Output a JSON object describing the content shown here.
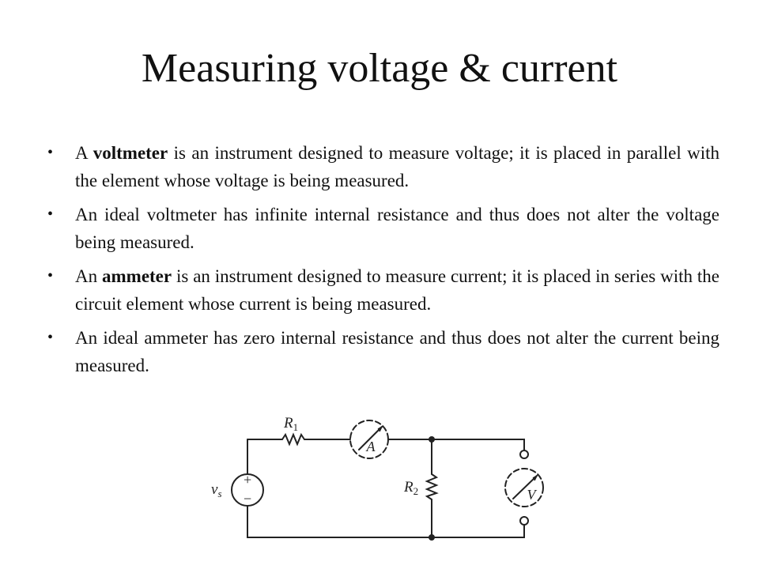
{
  "slide": {
    "title": "Measuring voltage & current",
    "bullets": [
      {
        "before": "A ",
        "bold": "voltmeter",
        "after": " is an instrument designed to measure voltage; it is placed in parallel with the element whose voltage is being measured."
      },
      {
        "before": "An ideal voltmeter has infinite internal resistance and thus does not alter the voltage being measured.",
        "bold": "",
        "after": ""
      },
      {
        "before": "An ",
        "bold": "ammeter",
        "after": " is an instrument designed to measure current; it is placed in series with the circuit element whose current is being measured."
      },
      {
        "before": "An ideal ammeter has zero internal resistance and thus does not alter the current being measured.",
        "bold": "",
        "after": ""
      }
    ],
    "bullet_symbol": "•"
  },
  "circuit": {
    "r1_label": "R",
    "r1_sub": "1",
    "r2_label": "R",
    "r2_sub": "2",
    "source_label": "v",
    "source_sub": "s",
    "source_plus": "+",
    "source_minus": "−",
    "ammeter_label": "A",
    "voltmeter_label": "V"
  }
}
